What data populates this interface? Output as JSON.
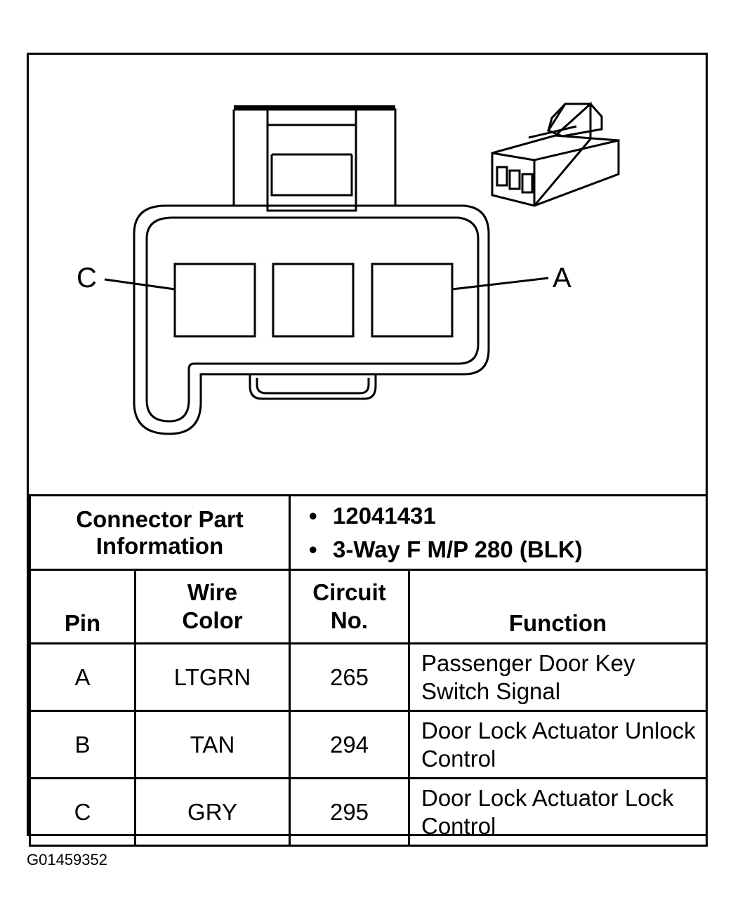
{
  "diagram": {
    "pin_labels": {
      "left": "C",
      "right": "A"
    }
  },
  "table": {
    "part_info_label": "Connector Part Information",
    "part_info_values": [
      "12041431",
      "3-Way F M/P 280 (BLK)"
    ],
    "headers": {
      "pin": "Pin",
      "wire_color": "Wire Color",
      "circuit": "Circuit No.",
      "function": "Function"
    },
    "rows": [
      {
        "pin": "A",
        "wire_color": "LTGRN",
        "circuit": "265",
        "function": "Passenger Door Key Switch Signal"
      },
      {
        "pin": "B",
        "wire_color": "TAN",
        "circuit": "294",
        "function": "Door Lock Actuator Unlock Control"
      },
      {
        "pin": "C",
        "wire_color": "GRY",
        "circuit": "295",
        "function": "Door Lock Actuator Lock Control"
      }
    ]
  },
  "footer": {
    "code": "G01459352"
  }
}
